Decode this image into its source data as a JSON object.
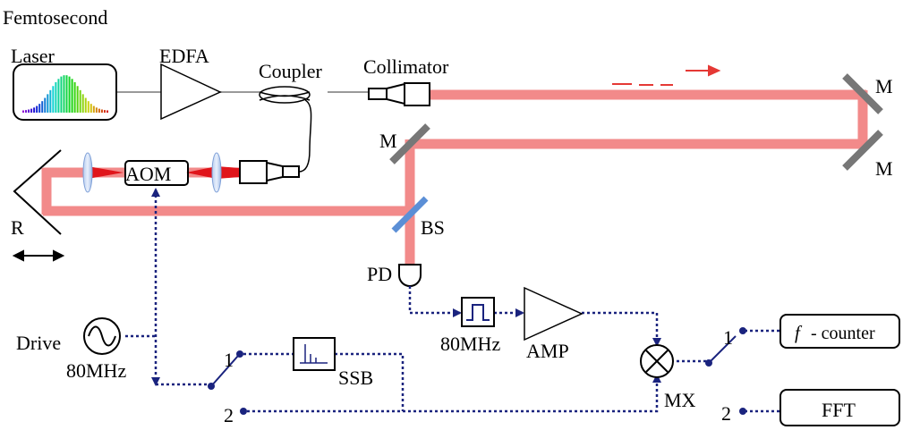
{
  "labels": {
    "laser_line1": "Femtosecond",
    "laser_line2": "Laser",
    "edfa": "EDFA",
    "coupler": "Coupler",
    "collimator": "Collimator",
    "mirror": "M",
    "aom": "AOM",
    "retro": "R",
    "bs": "BS",
    "pd": "PD",
    "drive": "Drive",
    "drive_freq": "80MHz",
    "filter_freq": "80MHz",
    "amp": "AMP",
    "ssb": "SSB",
    "mixer": "MX",
    "switch_pos1": "1",
    "switch_pos2": "2",
    "counter_f": "f",
    "counter_text": "- counter",
    "fft": "FFT"
  },
  "colors": {
    "beam": "#f28a8a",
    "signal": "#1a237e",
    "bs": "#5b8fd6",
    "mirror": "#777777",
    "fiber": "#999999",
    "arrow": "#e53935"
  }
}
